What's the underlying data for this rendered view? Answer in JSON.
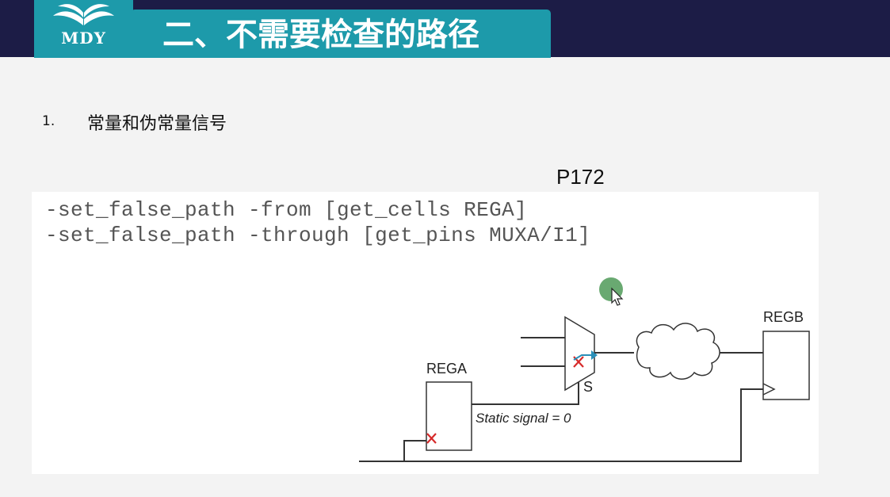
{
  "logo": {
    "text": "MDY"
  },
  "title": "二、不需要检查的路径",
  "list": [
    {
      "number": "1.",
      "text": "常量和伪常量信号"
    }
  ],
  "page_ref": "P172",
  "code": [
    "-set_false_path -from [get_cells REGA]",
    "-set_false_path -through [get_pins MUXA/I1]"
  ],
  "diagram": {
    "rega_label": "REGA",
    "regb_label": "REGB",
    "mux_select_label": "S",
    "static_signal_label": "Static signal = 0"
  },
  "colors": {
    "header_background": "#1c1c46",
    "accent": "#1d9aaa",
    "false_path_mark": "#d62a2a",
    "timing_arrow": "#2a8fb8",
    "cursor_highlight": "#4f9a58"
  }
}
